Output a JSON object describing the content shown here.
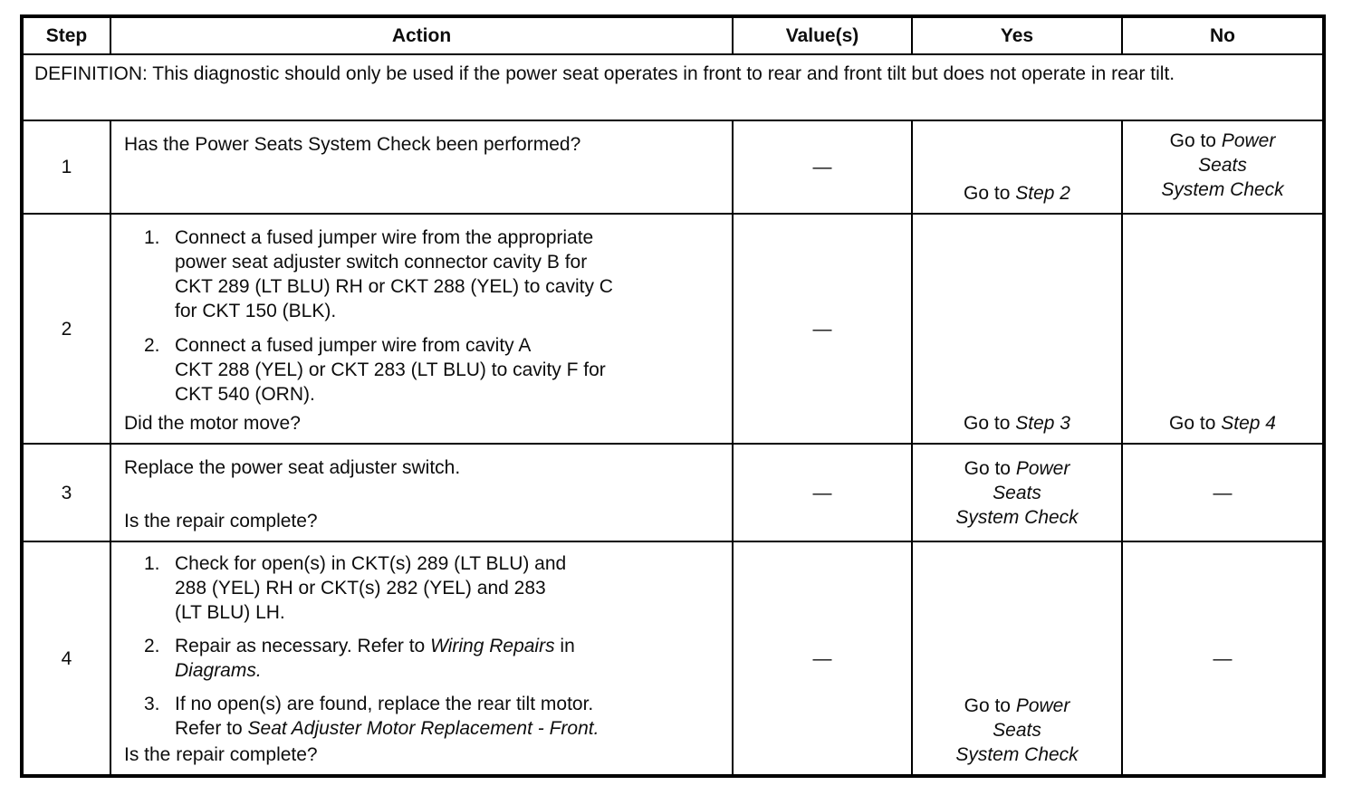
{
  "table": {
    "headers": {
      "step": "Step",
      "action": "Action",
      "values": "Value(s)",
      "yes": "Yes",
      "no": "No"
    },
    "definition": "DEFINITION: This diagnostic should only be used if the power seat operates in front to rear and front tilt but does not operate in rear tilt.",
    "rows": [
      {
        "step": "1",
        "action": [
          {
            "lines": [
              [
                "Has the Power Seats System Check been performed?"
              ]
            ]
          }
        ],
        "value": "—",
        "yes": [
          [
            "Go to ",
            {
              "t": "Step 2",
              "i": true
            }
          ]
        ],
        "no": [
          [
            "Go to ",
            {
              "t": "Power",
              "i": true
            }
          ],
          [
            {
              "t": "Seats",
              "i": true
            }
          ],
          [
            {
              "t": "System Check",
              "i": true
            }
          ]
        ]
      },
      {
        "step": "2",
        "action": [
          {
            "num": "1.",
            "lines": [
              [
                "Connect a fused jumper wire from the appropriate"
              ],
              [
                "power seat adjuster switch connector cavity B for"
              ],
              [
                "CKT 289 (LT BLU) RH or CKT 288 (YEL) to cavity C"
              ],
              [
                "for CKT 150 (BLK)."
              ]
            ]
          },
          {
            "num": "2.",
            "lines": [
              [
                "Connect a fused jumper wire from cavity A"
              ],
              [
                "CKT 288 (YEL) or CKT 283 (LT BLU) to cavity F for"
              ],
              [
                "CKT 540 (ORN)."
              ]
            ]
          }
        ],
        "question": "Did the motor move?",
        "value": "—",
        "yes": [
          [
            "Go to ",
            {
              "t": "Step 3",
              "i": true
            }
          ]
        ],
        "no": [
          [
            "Go to ",
            {
              "t": "Step 4",
              "i": true
            }
          ]
        ]
      },
      {
        "step": "3",
        "action": [
          {
            "lines": [
              [
                "Replace the power seat adjuster switch."
              ]
            ]
          }
        ],
        "question": "Is the repair complete?",
        "value": "—",
        "yes": [
          [
            "Go to ",
            {
              "t": "Power",
              "i": true
            }
          ],
          [
            {
              "t": "Seats",
              "i": true
            }
          ],
          [
            {
              "t": "System Check",
              "i": true
            }
          ]
        ],
        "no": [
          [
            "—"
          ]
        ]
      },
      {
        "step": "4",
        "action": [
          {
            "num": "1.",
            "lines": [
              [
                "Check for open(s) in CKT(s) 289 (LT BLU) and"
              ],
              [
                "288 (YEL) RH or CKT(s) 282 (YEL) and 283"
              ],
              [
                "(LT BLU) LH."
              ]
            ]
          },
          {
            "num": "2.",
            "lines": [
              [
                "Repair as necessary. Refer to ",
                {
                  "t": "Wiring Repairs",
                  "i": true
                },
                " in"
              ],
              [
                {
                  "t": "Diagrams.",
                  "i": true
                }
              ]
            ]
          },
          {
            "num": "3.",
            "lines": [
              [
                "If no open(s) are found, replace the rear tilt motor."
              ],
              [
                "Refer to ",
                {
                  "t": "Seat Adjuster Motor Replacement - Front.",
                  "i": true
                }
              ]
            ]
          }
        ],
        "question": "Is the repair complete?",
        "value": "—",
        "yes": [
          [
            "Go to ",
            {
              "t": "Power",
              "i": true
            }
          ],
          [
            {
              "t": "Seats",
              "i": true
            }
          ],
          [
            {
              "t": "System Check",
              "i": true
            }
          ]
        ],
        "no": [
          [
            "—"
          ]
        ]
      }
    ]
  }
}
